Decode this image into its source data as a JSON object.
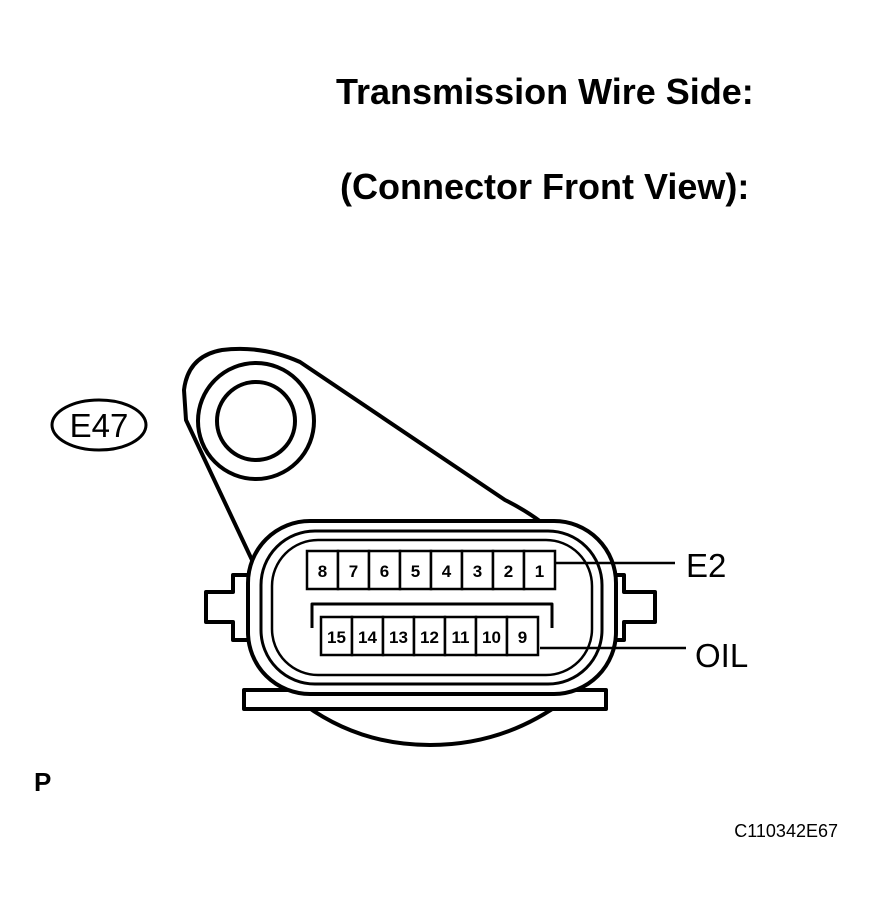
{
  "header": {
    "line1": "Transmission Wire Side:",
    "line2": "(Connector Front View):"
  },
  "connector": {
    "id": "E47",
    "top_row_pins": [
      "8",
      "7",
      "6",
      "5",
      "4",
      "3",
      "2",
      "1"
    ],
    "bottom_row_pins": [
      "15",
      "14",
      "13",
      "12",
      "11",
      "10",
      "9"
    ],
    "callouts": [
      {
        "pin": "1",
        "label": "E2"
      },
      {
        "pin": "9",
        "label": "OIL"
      }
    ]
  },
  "corner_mark": "P",
  "figure_code": "C110342E67"
}
